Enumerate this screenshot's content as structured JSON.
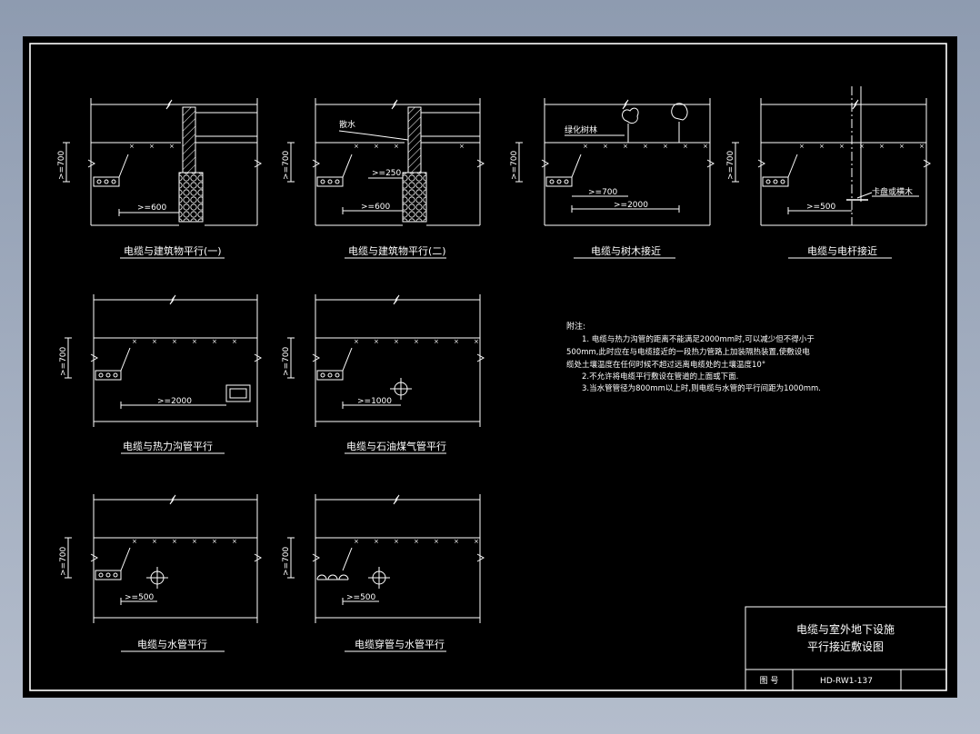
{
  "panels": {
    "p1": {
      "title": "电缆与建筑物平行(一)",
      "depth": ">=700",
      "dist": ">=600"
    },
    "p2": {
      "title": "电缆与建筑物平行(二)",
      "depth": ">=700",
      "dist": ">=600",
      "dist2": ">=250",
      "label": "散水"
    },
    "p3": {
      "title": "电缆与树木接近",
      "depth": ">=700",
      "dist": ">=700",
      "dist2": ">=2000",
      "label": "绿化树林"
    },
    "p4": {
      "title": "电缆与电杆接近",
      "depth": ">=700",
      "dist": ">=500",
      "label": "卡盘或横木"
    },
    "p5": {
      "title": "电缆与热力沟管平行",
      "depth": ">=700",
      "dist": ">=2000"
    },
    "p6": {
      "title": "电缆与石油煤气管平行",
      "depth": ">=700",
      "dist": ">=1000"
    },
    "p7": {
      "title": "电缆与水管平行",
      "depth": ">=700",
      "dist": ">=500"
    },
    "p8": {
      "title": "电缆穿管与水管平行",
      "depth": ">=700",
      "dist": ">=500"
    }
  },
  "notes": {
    "heading": "附注:",
    "lines": [
      "1. 电缆与热力沟管的距离不能满足2000mm时,可以减少但不得小于",
      "500mm,此时应在与电缆接近的一段热力管路上加装隔热装置,使敷设电",
      "缆处土壤温度在任何时候不超过远离电缆处的土壤温度10°",
      "2.不允许将电缆平行敷设在管道的上面或下面.",
      "3.当水管管径为800mm以上时,则电缆与水管的平行间距为1000mm."
    ]
  },
  "title_block": {
    "title_line1": "电缆与室外地下设施",
    "title_line2": "平行接近敷设图",
    "drawing_no_label": "图  号",
    "drawing_no": "HD-RW1-137"
  },
  "colors": {
    "background": "#000000",
    "lines": "#ffffff",
    "page": "#a3aec0"
  }
}
